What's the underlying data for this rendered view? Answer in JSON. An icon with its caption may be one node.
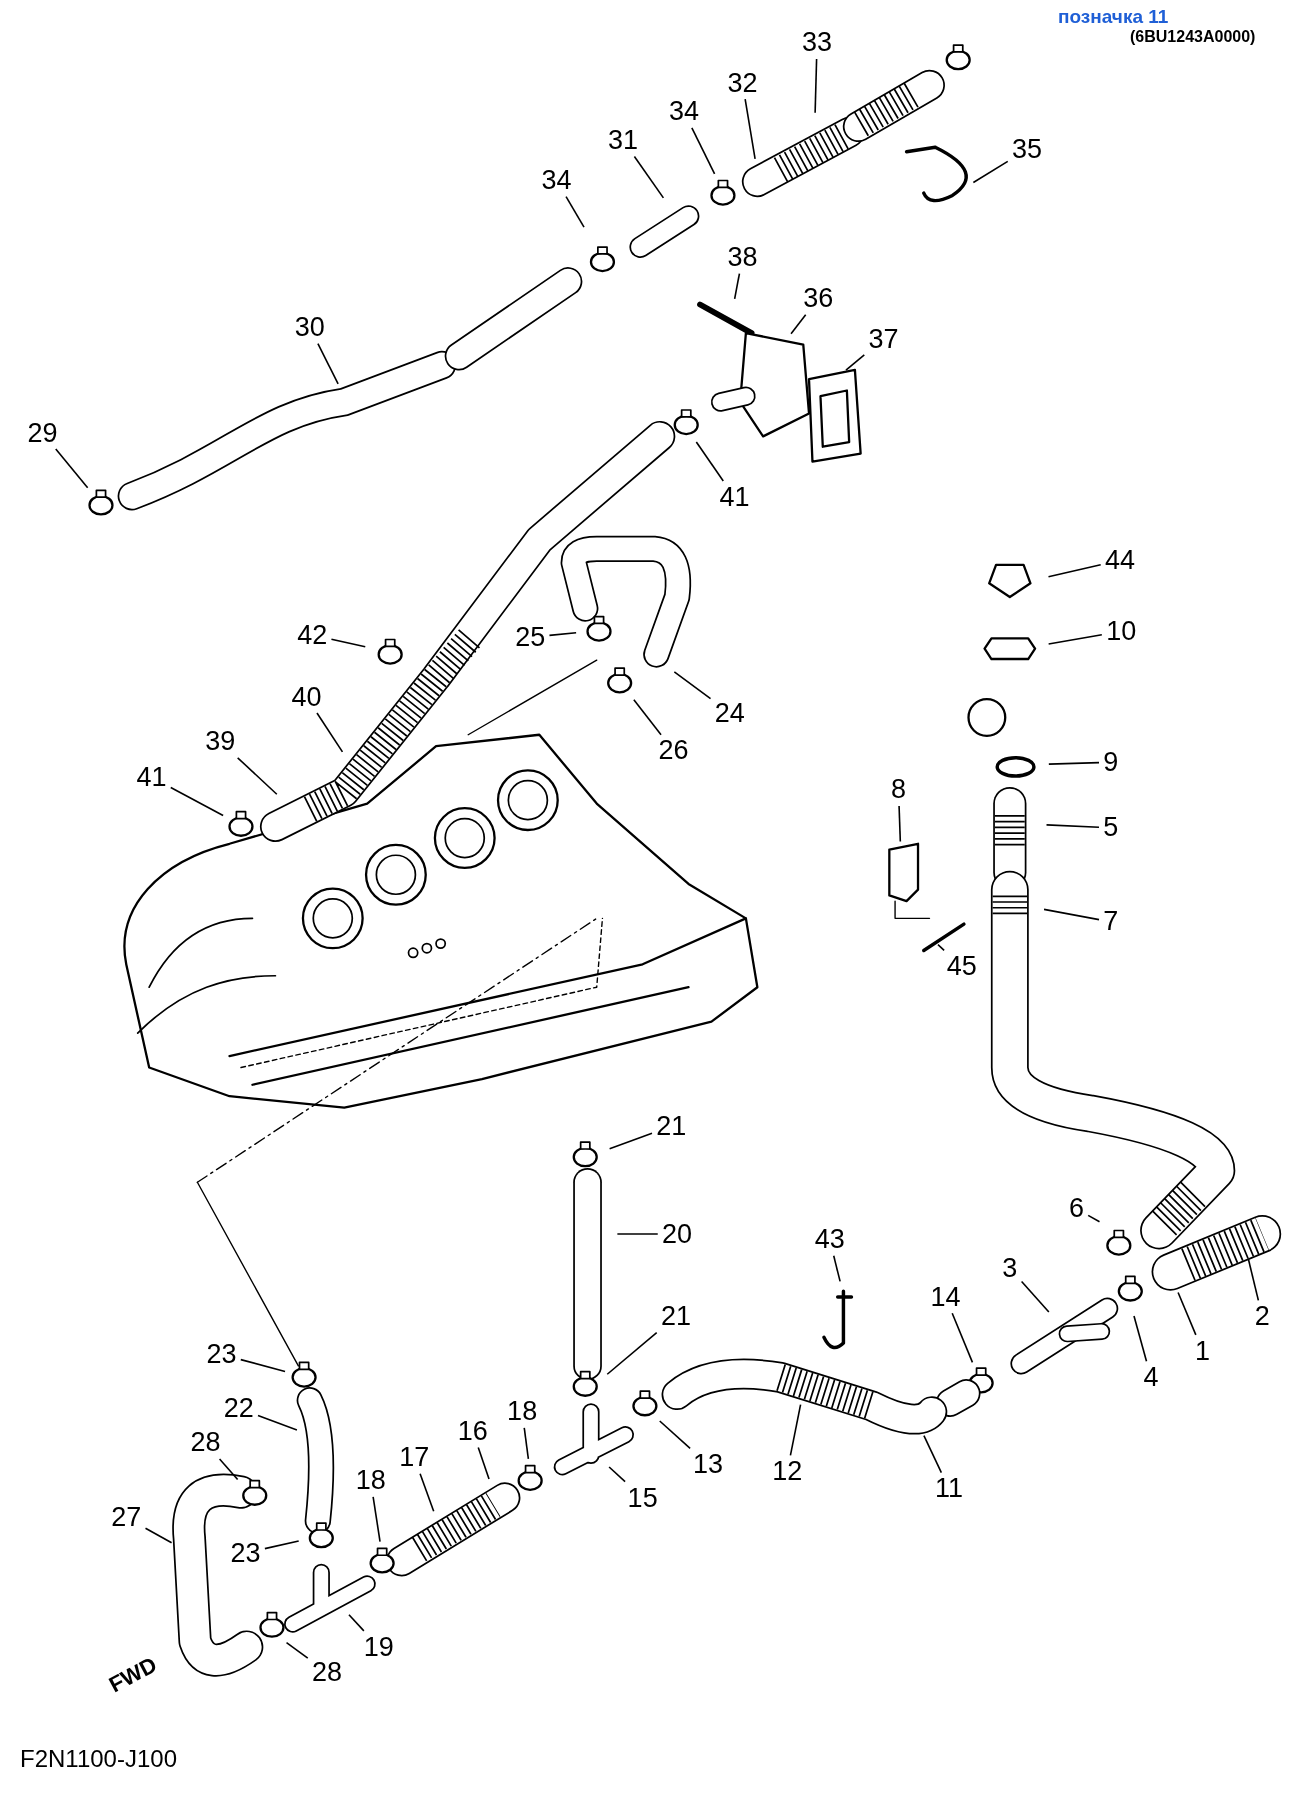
{
  "diagram": {
    "nodes": [
      {
        "text": [
          "33"
        ]
      },
      {
        "text": [
          "32"
        ]
      },
      {
        "text": [
          "34"
        ]
      },
      {
        "text": [
          "31"
        ]
      },
      {
        "text": [
          "35"
        ]
      },
      {
        "text": [
          "34"
        ]
      },
      {
        "text": [
          "38"
        ]
      },
      {
        "text": [
          "36"
        ]
      },
      {
        "text": [
          "37"
        ]
      },
      {
        "text": [
          "30"
        ]
      },
      {
        "text": [
          "29"
        ]
      },
      {
        "text": [
          "41"
        ]
      },
      {
        "text": [
          "44"
        ]
      },
      {
        "text": [
          "10"
        ]
      },
      {
        "text": [
          "42"
        ]
      },
      {
        "text": [
          "25"
        ]
      },
      {
        "text": [
          "24"
        ]
      },
      {
        "text": [
          "26"
        ]
      },
      {
        "text": [
          "40"
        ]
      },
      {
        "text": [
          "9"
        ]
      },
      {
        "text": [
          "39"
        ]
      },
      {
        "text": [
          "41"
        ]
      },
      {
        "text": [
          "8"
        ]
      },
      {
        "text": [
          "5"
        ]
      },
      {
        "text": [
          "7"
        ]
      },
      {
        "text": [
          "45"
        ]
      },
      {
        "text": [
          "21"
        ]
      },
      {
        "text": [
          "6"
        ]
      },
      {
        "text": [
          "20"
        ]
      },
      {
        "text": [
          "43"
        ]
      },
      {
        "text": [
          "3"
        ]
      },
      {
        "text": [
          "14"
        ]
      },
      {
        "text": [
          "2"
        ]
      },
      {
        "text": [
          "21"
        ]
      },
      {
        "text": [
          "23"
        ]
      },
      {
        "text": [
          "1"
        ]
      },
      {
        "text": [
          "4"
        ]
      },
      {
        "text": [
          "22"
        ]
      },
      {
        "text": [
          "18"
        ]
      },
      {
        "text": [
          "16"
        ]
      },
      {
        "text": [
          "28"
        ]
      },
      {
        "text": [
          "17"
        ]
      },
      {
        "text": [
          "13"
        ]
      },
      {
        "text": [
          "12"
        ]
      },
      {
        "text": [
          "18"
        ]
      },
      {
        "text": [
          "11"
        ]
      },
      {
        "text": [
          "15"
        ]
      },
      {
        "text": [
          "27"
        ]
      },
      {
        "text": [
          "23"
        ]
      },
      {
        "text": [
          "19"
        ]
      },
      {
        "text": [
          "28"
        ]
      }
    ],
    "edges": [
      {
        "from": 0,
        "to": null,
        "arrow": "none"
      },
      {
        "from": 1,
        "to": null,
        "arrow": "none"
      },
      {
        "from": 2,
        "to": null,
        "arrow": "none"
      },
      {
        "from": 3,
        "to": null,
        "arrow": "none"
      },
      {
        "from": 4,
        "to": null,
        "arrow": "none"
      },
      {
        "from": 5,
        "to": null,
        "arrow": "none"
      },
      {
        "from": 6,
        "to": null,
        "arrow": "none"
      },
      {
        "from": 7,
        "to": null,
        "arrow": "none"
      },
      {
        "from": 8,
        "to": null,
        "arrow": "none"
      },
      {
        "from": 9,
        "to": null,
        "arrow": "none"
      },
      {
        "from": 10,
        "to": null,
        "arrow": "none"
      },
      {
        "from": 11,
        "to": null,
        "arrow": "none"
      },
      {
        "from": 12,
        "to": null,
        "arrow": "none"
      },
      {
        "from": 13,
        "to": null,
        "arrow": "none"
      },
      {
        "from": 14,
        "to": null,
        "arrow": "none"
      },
      {
        "from": 15,
        "to": null,
        "arrow": "none"
      },
      {
        "from": 16,
        "to": null,
        "arrow": "none"
      },
      {
        "from": 17,
        "to": null,
        "arrow": "none"
      },
      {
        "from": 18,
        "to": null,
        "arrow": "none"
      },
      {
        "from": 19,
        "to": null,
        "arrow": "none"
      },
      {
        "from": 20,
        "to": null,
        "arrow": "none"
      },
      {
        "from": 21,
        "to": null,
        "arrow": "none"
      },
      {
        "from": 22,
        "to": null,
        "arrow": "none"
      },
      {
        "from": 23,
        "to": null,
        "arrow": "none"
      },
      {
        "from": 24,
        "to": null,
        "arrow": "none"
      },
      {
        "from": 25,
        "to": null,
        "arrow": "none"
      },
      {
        "from": 26,
        "to": null,
        "arrow": "none"
      },
      {
        "from": 27,
        "to": null,
        "arrow": "none"
      },
      {
        "from": 28,
        "to": null,
        "arrow": "none"
      },
      {
        "from": 29,
        "to": null,
        "arrow": "none"
      },
      {
        "from": 30,
        "to": null,
        "arrow": "none"
      },
      {
        "from": 31,
        "to": null,
        "arrow": "none"
      },
      {
        "from": 32,
        "to": null,
        "arrow": "none"
      },
      {
        "from": 33,
        "to": null,
        "arrow": "none"
      },
      {
        "from": 34,
        "to": null,
        "arrow": "none"
      },
      {
        "from": 35,
        "to": null,
        "arrow": "none"
      },
      {
        "from": 36,
        "to": null,
        "arrow": "none"
      },
      {
        "from": 37,
        "to": null,
        "arrow": "none"
      },
      {
        "from": 38,
        "to": null,
        "arrow": "none"
      },
      {
        "from": 39,
        "to": null,
        "arrow": "none"
      },
      {
        "from": 40,
        "to": null,
        "arrow": "none"
      },
      {
        "from": 41,
        "to": null,
        "arrow": "none"
      },
      {
        "from": 42,
        "to": null,
        "arrow": "none"
      },
      {
        "from": 43,
        "to": null,
        "arrow": "none"
      },
      {
        "from": 44,
        "to": null,
        "arrow": "none"
      },
      {
        "from": 45,
        "to": null,
        "arrow": "none"
      },
      {
        "from": 46,
        "to": null,
        "arrow": "none"
      },
      {
        "from": 47,
        "to": null,
        "arrow": "none"
      },
      {
        "from": 48,
        "to": null,
        "arrow": "none"
      },
      {
        "from": 49,
        "to": null,
        "arrow": "none"
      },
      {
        "from": 50,
        "to": null,
        "arrow": "none"
      }
    ],
    "labels": [
      "позначка 11",
      "(6BU1243A0000)",
      "FWD",
      "F2N1100-J100"
    ]
  }
}
